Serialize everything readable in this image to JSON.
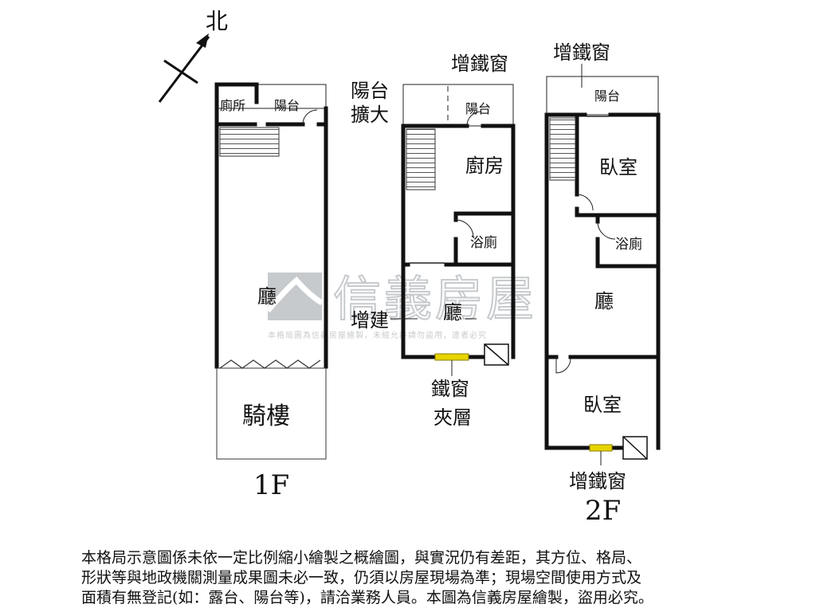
{
  "north_label": "北",
  "floors": {
    "f1": {
      "caption": "1F",
      "rooms": {
        "toilet": "廁所",
        "balcony": "陽台",
        "hall": "廳",
        "arcade": "騎樓"
      }
    },
    "mezzanine": {
      "caption": "夾層",
      "rooms": {
        "balcony_ext_line1": "陽台",
        "balcony_ext_line2": "擴大",
        "balcony": "陽台",
        "kitchen": "廚房",
        "bath": "浴廁",
        "extension": "增建",
        "hall": "廳"
      },
      "notes": {
        "added_iron_window": "增鐵窗",
        "iron_window": "鐵窗"
      }
    },
    "f2": {
      "caption": "2F",
      "rooms": {
        "balcony": "陽台",
        "bedroom_top": "臥室",
        "bath": "浴廁",
        "hall": "廳",
        "bedroom_bottom": "臥室"
      },
      "notes": {
        "added_iron_window_top": "增鐵窗",
        "added_iron_window_bottom": "增鐵窗"
      }
    }
  },
  "watermark": {
    "brand": "信義房屋",
    "fine_print": "本格局圖為信義房屋繪製，未經允許請勿盜用，違者必究"
  },
  "disclaimer": [
    "本格局示意圖係未依一定比例縮小繪製之概繪圖，與實況仍有差距，其方位、格局、",
    "形狀等與地政機關測量成果圖未必一致，仍須以房屋現場為準；現場空間使用方式及",
    "面積有無登記(如：露台、陽台等)，請洽業務人員。本圖為信義房屋繪製，盜用必究。"
  ],
  "colors": {
    "wall": "#111111",
    "window": "#e8d400",
    "watermark": "#9aa0a6"
  }
}
